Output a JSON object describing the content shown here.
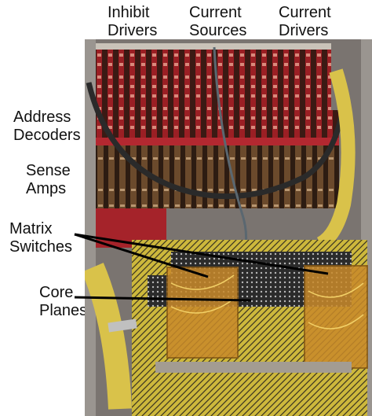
{
  "labels": {
    "inhibit_drivers": [
      "Inhibit",
      "Drivers"
    ],
    "current_sources": [
      "Current",
      "Sources"
    ],
    "current_drivers": [
      "Current",
      "Drivers"
    ],
    "address_decoders": [
      "Address",
      "Decoders"
    ],
    "sense_amps": [
      "Sense",
      "Amps"
    ],
    "matrix_switches": [
      "Matrix",
      "Switches"
    ],
    "core_planes": [
      "Core",
      "Planes"
    ]
  },
  "colors": {
    "rack_red": "#9b1f24",
    "card_brown": "#6b4a2c",
    "wire_yellow": "#e8d24a",
    "board_amber": "#c98a2a",
    "cable_black": "#2a2a2a",
    "frame_grey": "#8a8a8a"
  }
}
